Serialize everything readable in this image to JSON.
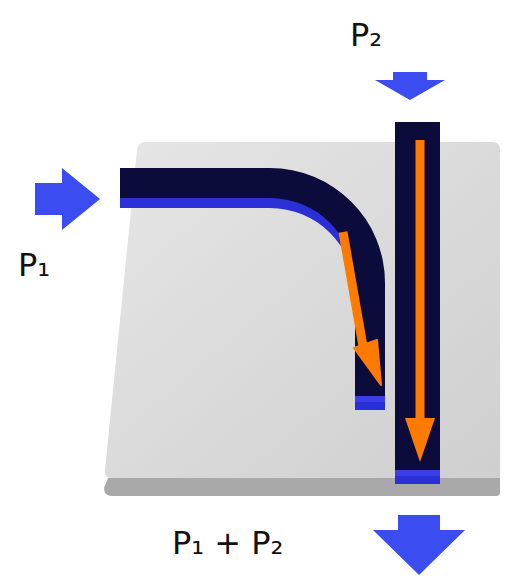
{
  "diagram": {
    "labels": [
      "P₂",
      "P₁",
      "P₁ + P₂"
    ]
  }
}
